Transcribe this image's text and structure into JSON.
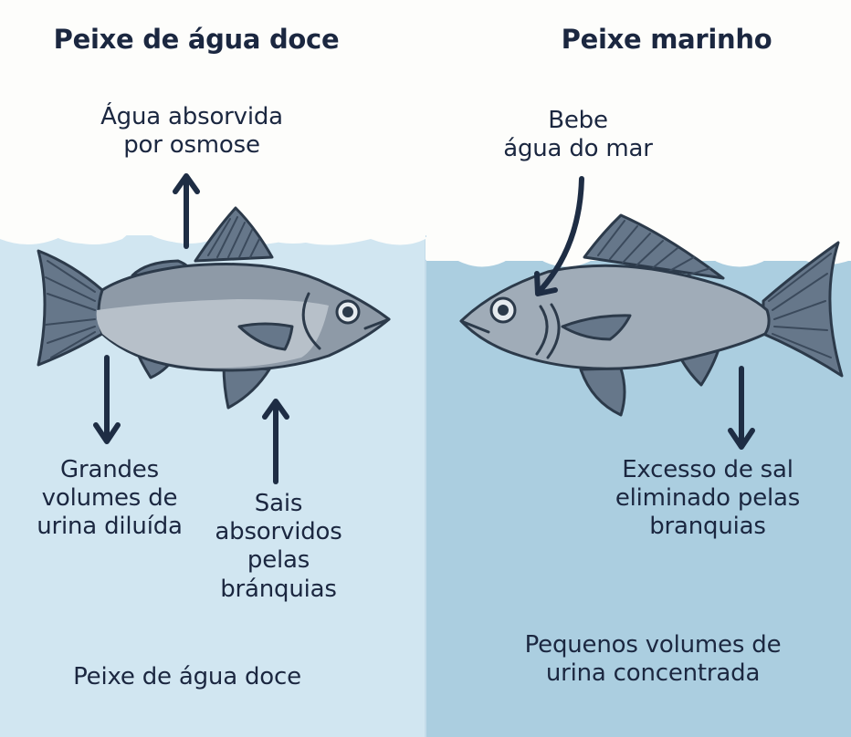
{
  "diagram": {
    "colors": {
      "sky": "#fdfdfb",
      "freshwater": "#d1e6f1",
      "seawater": "#abcee0",
      "text": "#1b2740",
      "fish_body": "#8e9aa7",
      "fish_belly": "#b7c0c9",
      "fish_fin": "#66778a",
      "outline": "#2c3a4a"
    },
    "freshwater": {
      "title": "Peixe de água doce",
      "water_in_label": "Água absorvida\npor osmose",
      "urine_label": "Grandes\nvolumes de\nurina diluída",
      "salts_label": "Sais\nabsorvidos\npelas\nbránquias",
      "footer_label": "Peixe de água doce",
      "arrows": [
        {
          "name": "water-absorbed-arrow",
          "direction": "up"
        },
        {
          "name": "urine-output-arrow",
          "direction": "down"
        },
        {
          "name": "salts-absorbed-arrow",
          "direction": "up"
        }
      ]
    },
    "marine": {
      "title": "Peixe marinho",
      "drink_label": "Bebe\nágua do mar",
      "salt_excretion_label": "Excesso de sal\neliminado pelas\nbranquias",
      "footer_label": "Pequenos volumes de\nurina concentrada",
      "arrows": [
        {
          "name": "drinks-seawater-arrow",
          "direction": "down-curved"
        },
        {
          "name": "salt-excretion-arrow",
          "direction": "down"
        }
      ]
    }
  }
}
